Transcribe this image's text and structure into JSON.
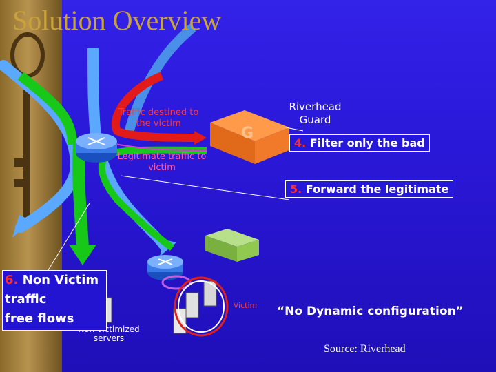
{
  "slide": {
    "title": "Solution Overview",
    "labels": {
      "traffic_destined": "Traffic destined to the victim",
      "legitimate_traffic": "Legitimate traffic to victim",
      "riverhead_guard": "Riverhead Guard",
      "victim": "Victim",
      "non_victimized_servers": "Non-victimized servers"
    },
    "guard_logo": "G",
    "callouts": {
      "filter": {
        "number": "4.",
        "text": "Filter only the bad"
      },
      "forward": {
        "number": "5.",
        "text": "Forward the legitimate"
      },
      "non_victim": {
        "number": "6.",
        "line1": "Non Victim",
        "line2": "traffic",
        "line3": "free flows"
      }
    },
    "quote": "“No Dynamic configuration”",
    "source": "Source: Riverhead"
  }
}
